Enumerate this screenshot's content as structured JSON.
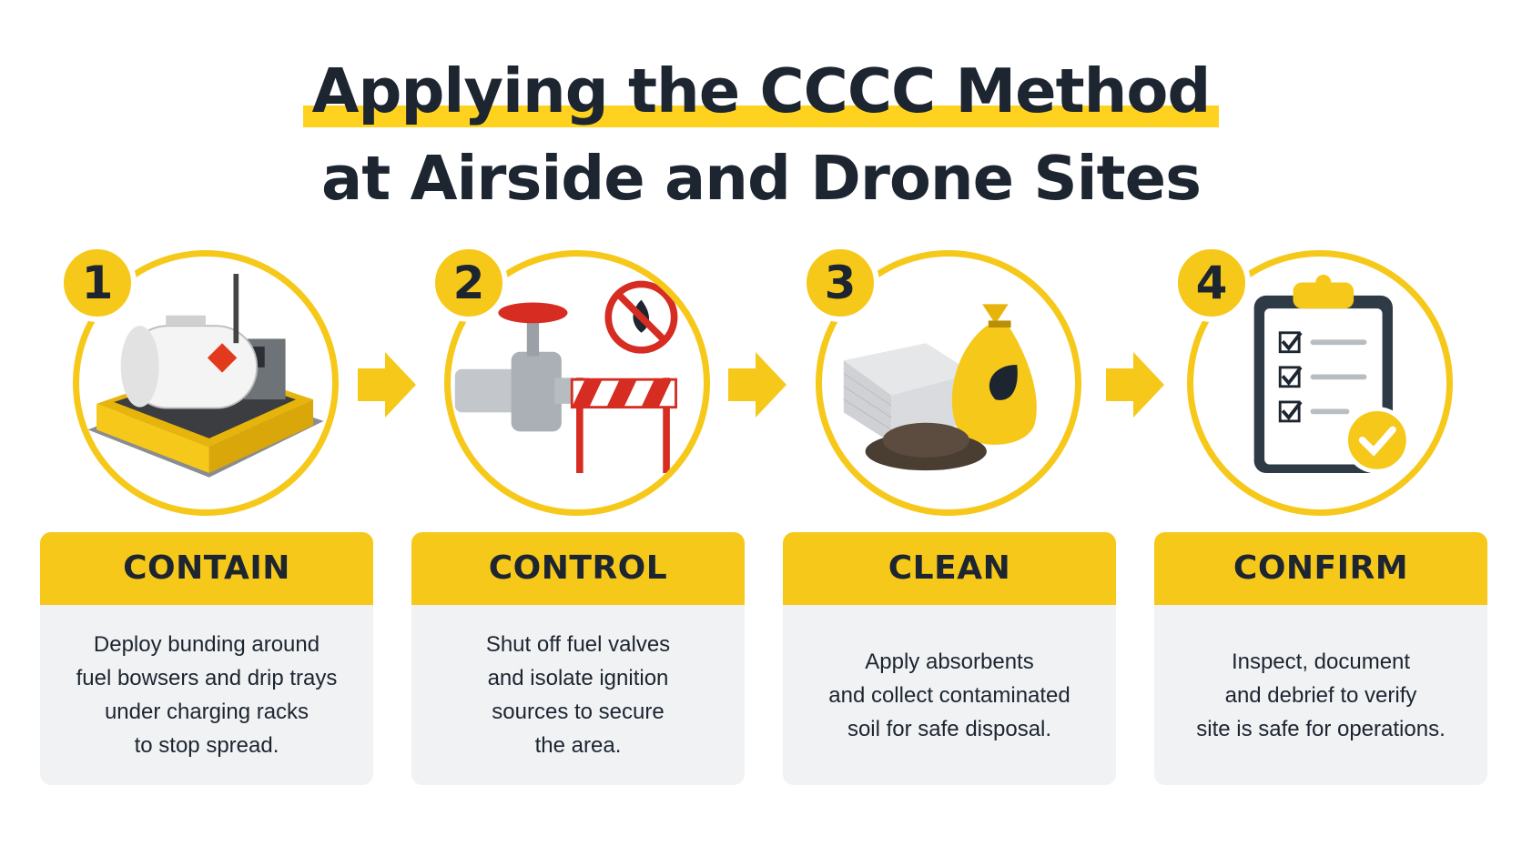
{
  "title": {
    "line1": "Applying the CCCC Method",
    "line2": "at Airside and Drone Sites"
  },
  "colors": {
    "accent": "#f6c81a",
    "text": "#1c2530",
    "panel": "#f1f2f4"
  },
  "steps": [
    {
      "number": "1",
      "heading": "CONTAIN",
      "lines": [
        "Deploy bunding around",
        "fuel bowsers and drip trays",
        "under charging racks",
        "to stop spread."
      ],
      "icon": "fuel-tank-bund-icon"
    },
    {
      "number": "2",
      "heading": "CONTROL",
      "lines": [
        "Shut off fuel valves",
        "and isolate ignition",
        "sources to secure",
        "the area."
      ],
      "icon": "valve-barrier-no-fire-icon"
    },
    {
      "number": "3",
      "heading": "CLEAN",
      "lines": [
        "Apply absorbents",
        "and collect contaminated",
        "soil for safe disposal."
      ],
      "icon": "absorbent-bag-icon"
    },
    {
      "number": "4",
      "heading": "CONFIRM",
      "lines": [
        "Inspect, document",
        "and debrief to verify",
        "site is safe for operations."
      ],
      "icon": "clipboard-check-icon"
    }
  ]
}
